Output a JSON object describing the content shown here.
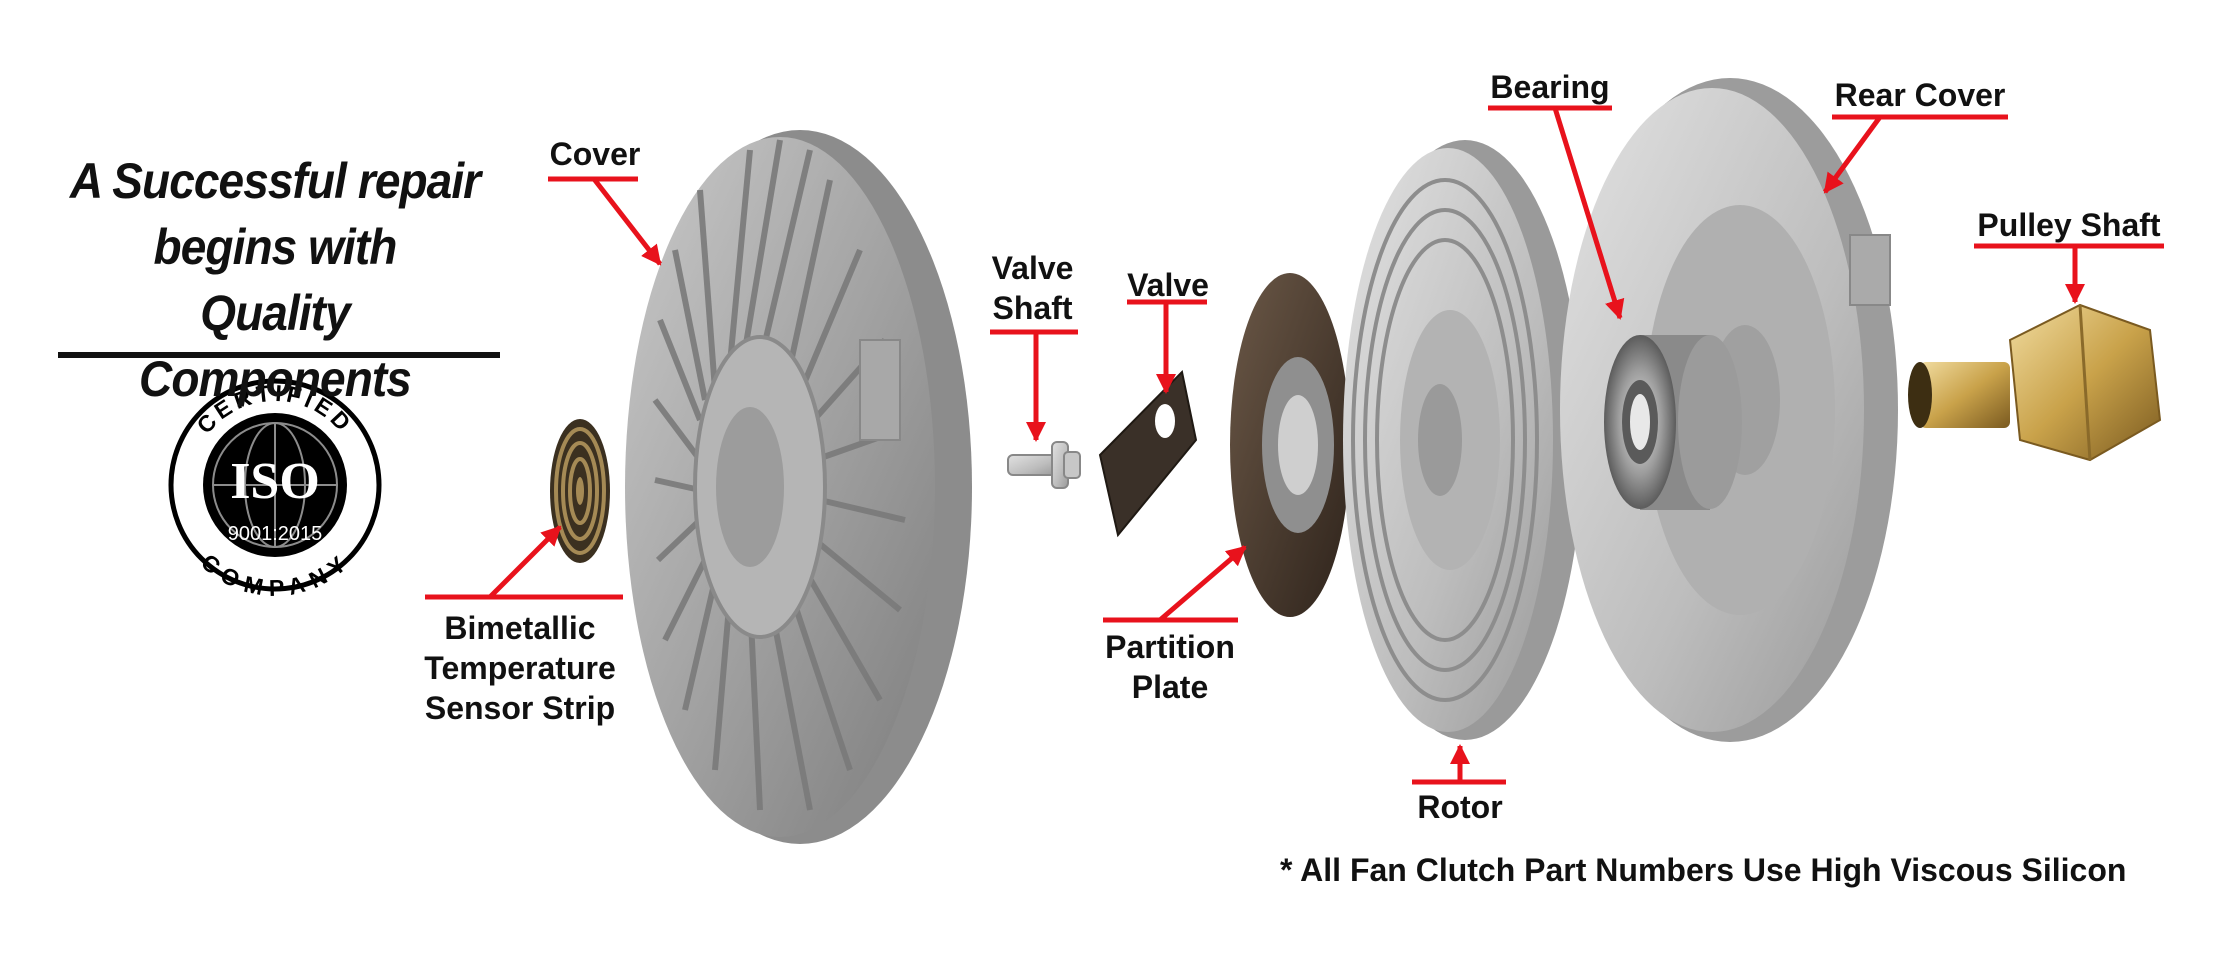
{
  "headline": {
    "line1": "A Successful repair",
    "line2": "begins with",
    "line3": "Quality Components"
  },
  "badge": {
    "top_text": "CERTIFIED",
    "center_text": "ISO",
    "standard": "9001:2015",
    "bottom_text": "COMPANY",
    "icon": "globe-icon"
  },
  "labels": {
    "cover": "Cover",
    "bimetallic_1": "Bimetallic",
    "bimetallic_2": "Temperature",
    "bimetallic_3": "Sensor Strip",
    "valve_shaft_1": "Valve",
    "valve_shaft_2": "Shaft",
    "valve": "Valve",
    "partition_1": "Partition",
    "partition_2": "Plate",
    "rotor": "Rotor",
    "bearing": "Bearing",
    "rear_cover": "Rear Cover",
    "pulley_shaft": "Pulley Shaft"
  },
  "footnote": "*  All Fan Clutch Part Numbers Use High Viscous Silicon",
  "colors": {
    "callout": "#e8121c",
    "text": "#111111",
    "metal": "#a9a9a9",
    "plate": "#4a3a2e",
    "brass": "#c9a24a"
  }
}
